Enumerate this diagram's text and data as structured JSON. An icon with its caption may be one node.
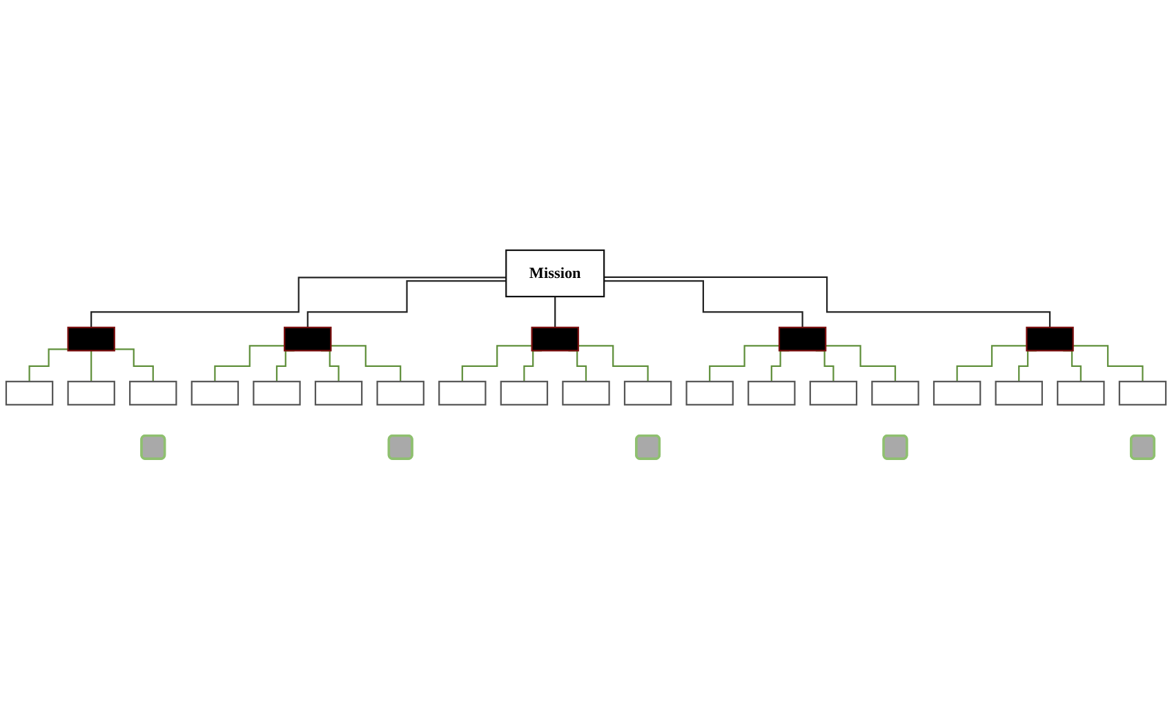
{
  "diagram": {
    "nodes": [
      {
        "text": [
          "Mission"
        ]
      },
      {
        "text": [],
        "shape": "box"
      },
      {
        "text": [],
        "shape": "box"
      },
      {
        "text": [],
        "shape": "box"
      },
      {
        "text": [],
        "shape": "box"
      },
      {
        "text": [],
        "shape": "box"
      },
      {
        "text": [],
        "shape": "box"
      },
      {
        "text": [],
        "shape": "box"
      },
      {
        "text": [],
        "shape": "box"
      },
      {
        "text": [],
        "shape": "box"
      },
      {
        "text": [],
        "shape": "box"
      },
      {
        "text": [],
        "shape": "box"
      },
      {
        "text": [],
        "shape": "box"
      },
      {
        "text": [],
        "shape": "box"
      },
      {
        "text": [],
        "shape": "box"
      },
      {
        "text": [],
        "shape": "box"
      },
      {
        "text": [],
        "shape": "box"
      },
      {
        "text": [],
        "shape": "box"
      },
      {
        "text": [],
        "shape": "box"
      },
      {
        "text": [],
        "shape": "box"
      },
      {
        "text": [],
        "shape": "box"
      },
      {
        "text": [],
        "shape": "box"
      },
      {
        "text": [],
        "shape": "box"
      },
      {
        "text": [],
        "shape": "box"
      },
      {
        "text": [],
        "shape": "box"
      },
      {
        "text": [],
        "shape": "rounded"
      },
      {
        "text": [],
        "shape": "rounded"
      },
      {
        "text": [],
        "shape": "rounded"
      },
      {
        "text": [],
        "shape": "rounded"
      },
      {
        "text": [],
        "shape": "rounded"
      }
    ],
    "edges": [
      {
        "from": 0,
        "to": 1,
        "arrow": "none",
        "color": "#222222"
      },
      {
        "from": 0,
        "to": 2,
        "arrow": "none",
        "color": "#222222"
      },
      {
        "from": 0,
        "to": 3,
        "arrow": "none",
        "color": "#222222"
      },
      {
        "from": 0,
        "to": 4,
        "arrow": "none",
        "color": "#222222"
      },
      {
        "from": 0,
        "to": 5,
        "arrow": "none",
        "color": "#222222"
      },
      {
        "from": 1,
        "to": 6,
        "arrow": "none"
      },
      {
        "from": 1,
        "to": 7,
        "arrow": "none"
      },
      {
        "from": 1,
        "to": 8,
        "arrow": "none"
      },
      {
        "from": 2,
        "to": 9,
        "arrow": "none"
      },
      {
        "from": 2,
        "to": 10,
        "arrow": "none"
      },
      {
        "from": 2,
        "to": 11,
        "arrow": "none"
      },
      {
        "from": 2,
        "to": 12,
        "arrow": "none"
      },
      {
        "from": 3,
        "to": 13,
        "arrow": "none"
      },
      {
        "from": 3,
        "to": 14,
        "arrow": "none"
      },
      {
        "from": 3,
        "to": 15,
        "arrow": "none"
      },
      {
        "from": 3,
        "to": 16,
        "arrow": "none"
      },
      {
        "from": 4,
        "to": 17,
        "arrow": "none"
      },
      {
        "from": 4,
        "to": 18,
        "arrow": "none"
      },
      {
        "from": 4,
        "to": 19,
        "arrow": "none"
      },
      {
        "from": 4,
        "to": 20,
        "arrow": "none"
      },
      {
        "from": 5,
        "to": 21,
        "arrow": "none"
      },
      {
        "from": 5,
        "to": 22,
        "arrow": "none"
      },
      {
        "from": 5,
        "to": 23,
        "arrow": "none"
      },
      {
        "from": 5,
        "to": 24,
        "arrow": "none"
      }
    ]
  }
}
